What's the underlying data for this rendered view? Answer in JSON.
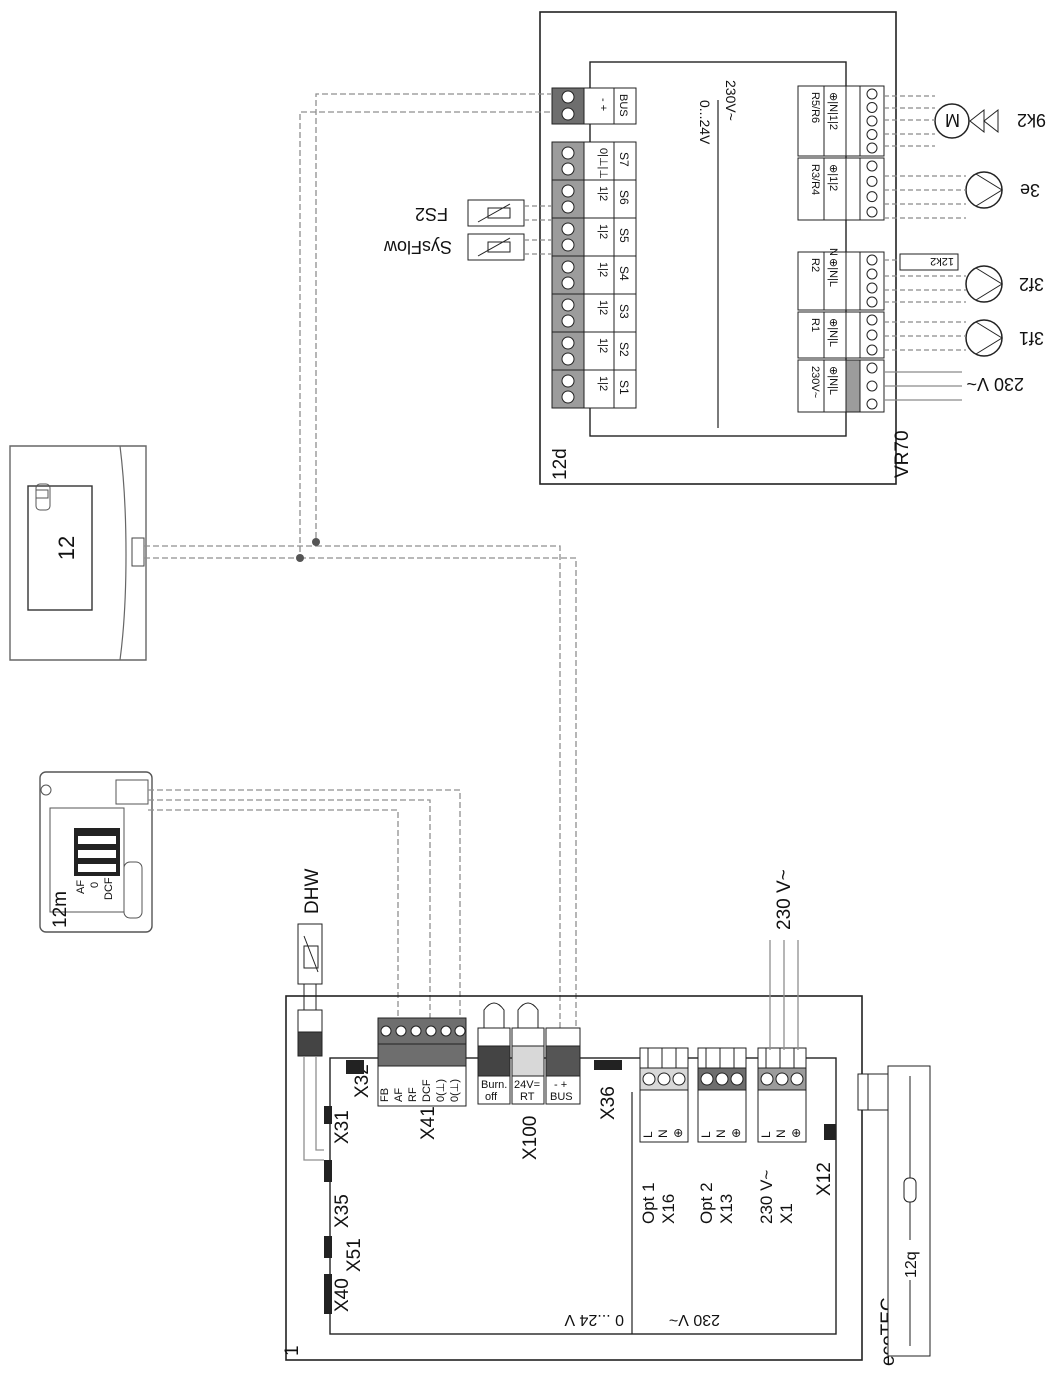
{
  "colors": {
    "line": "#222222",
    "wire": "#9a9a9a",
    "terminal_dark": "#6e6e6e",
    "terminal_mid": "#9c9c9c",
    "terminal_light": "#d8d8d8"
  },
  "vr70": {
    "label": "VR70",
    "id": "12d",
    "voltage_low": "0...24V",
    "voltage_high": "230V~",
    "bus": {
      "label": "BUS",
      "pins": "- +"
    },
    "sensor_terminals": [
      "S1",
      "S2",
      "S3",
      "S4",
      "S5",
      "S6",
      "S7"
    ],
    "sensor_pins": "1|2",
    "s7_pins": "0|⊥|⊥",
    "relay_blocks": [
      {
        "label": "R5/R6",
        "pins": "⊕|N|1|2"
      },
      {
        "label": "R3/R4",
        "pins": "⊕|1|2"
      },
      {
        "label": "R2",
        "pins": "⊕|N|L"
      },
      {
        "label": "R1",
        "pins": "⊕|N|L"
      },
      {
        "label": "230V~",
        "pins": "⊕|N|L"
      }
    ],
    "relay_n_label": "N",
    "sensors": {
      "fs2": "FS2",
      "sysflow": "SysFlow"
    },
    "outputs": {
      "valve": "9k2",
      "motor": "M",
      "pump_e": "3e",
      "pump_f2": "3f2",
      "pump_f1": "3f1",
      "thermostat": "12k2",
      "supply": "230 V~"
    }
  },
  "controller": {
    "id": "12"
  },
  "remote": {
    "id": "12m",
    "labels": [
      "AF",
      "0",
      "DCF"
    ]
  },
  "boiler": {
    "id": "1",
    "brand": "ecoTEC",
    "sensor_dhw": "DHW",
    "supply": "230 V~",
    "voltage_low": "0 ...24 V",
    "voltage_high": "230 V~",
    "connectors": {
      "x31": "X31",
      "x32": "X32",
      "x35": "X35",
      "x51": "X51",
      "x40": "X40",
      "x41": "X41",
      "x100": "X100",
      "x36": "X36",
      "x12": "X12"
    },
    "x41_pins": [
      "FB",
      "AF",
      "RF",
      "DCF",
      "0(⊥)",
      "0(⊥)"
    ],
    "burn_off": [
      "Burn.",
      "off"
    ],
    "rt": [
      "24V=",
      "RT"
    ],
    "bus": "BUS",
    "bus_pins": "- +",
    "power_blocks": [
      {
        "label": [
          "Opt 1",
          "X16"
        ],
        "pins": [
          "L",
          "N",
          "⊕"
        ]
      },
      {
        "label": [
          "Opt 2",
          "X13"
        ],
        "pins": [
          "L",
          "N",
          "⊕"
        ]
      },
      {
        "label": [
          "230 V~",
          "X1"
        ],
        "pins": [
          "L",
          "N",
          "⊕"
        ]
      }
    ],
    "accessory": "12q"
  }
}
